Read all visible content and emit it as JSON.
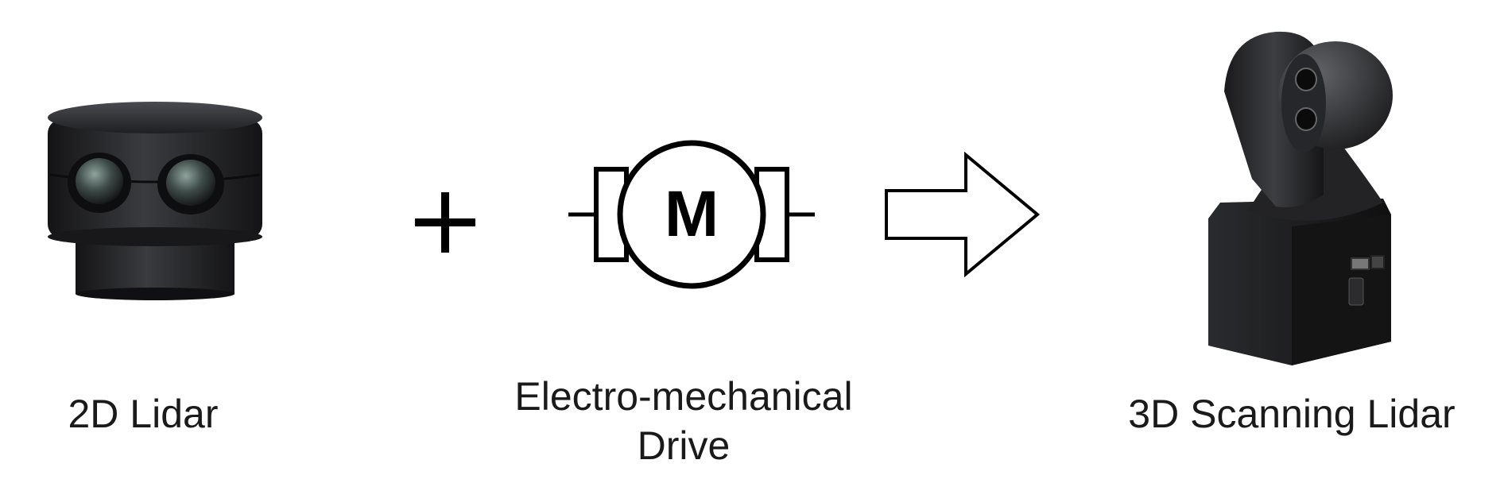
{
  "captions": {
    "lidar_2d": "2D Lidar",
    "drive_line1": "Electro-mechanical",
    "drive_line2": "Drive",
    "lidar_3d": "3D Scanning Lidar"
  },
  "motor": {
    "symbol_letter": "M"
  },
  "icons": {
    "plus": "plus-icon",
    "arrow": "arrow-right-icon",
    "motor": "motor-symbol-icon"
  },
  "colors": {
    "device_dark": "#1c1c1e",
    "device_mid": "#2f3033",
    "device_highlight": "#5a5c60",
    "lens_glass": "#4d5a57",
    "line": "#000000"
  }
}
